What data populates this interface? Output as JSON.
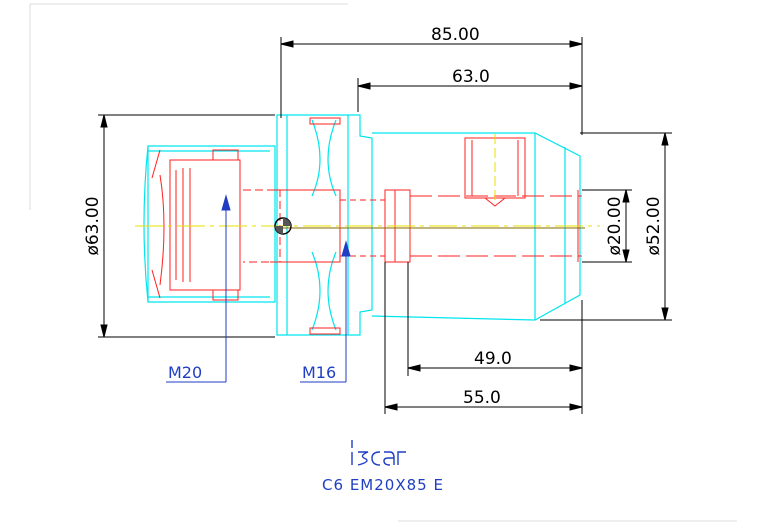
{
  "drawing": {
    "dimensions": {
      "overall_length": "85.00",
      "body_length": "63.0",
      "flange_diameter": "ø63.00",
      "bore_diameter": "ø20.00",
      "shank_diameter": "ø52.00",
      "bore_depth": "49.0",
      "shank_length": "55.0"
    },
    "threads": {
      "front": "M20",
      "rear": "M16"
    },
    "logo_text": "iscar",
    "product_code": "C6 EM20X85 E"
  },
  "colors": {
    "outline": "#00e5ee",
    "hidden": "#ff2020",
    "thread_leader": "#1f3ec4",
    "dimension": "#000000",
    "centerline": "#e8e000"
  }
}
